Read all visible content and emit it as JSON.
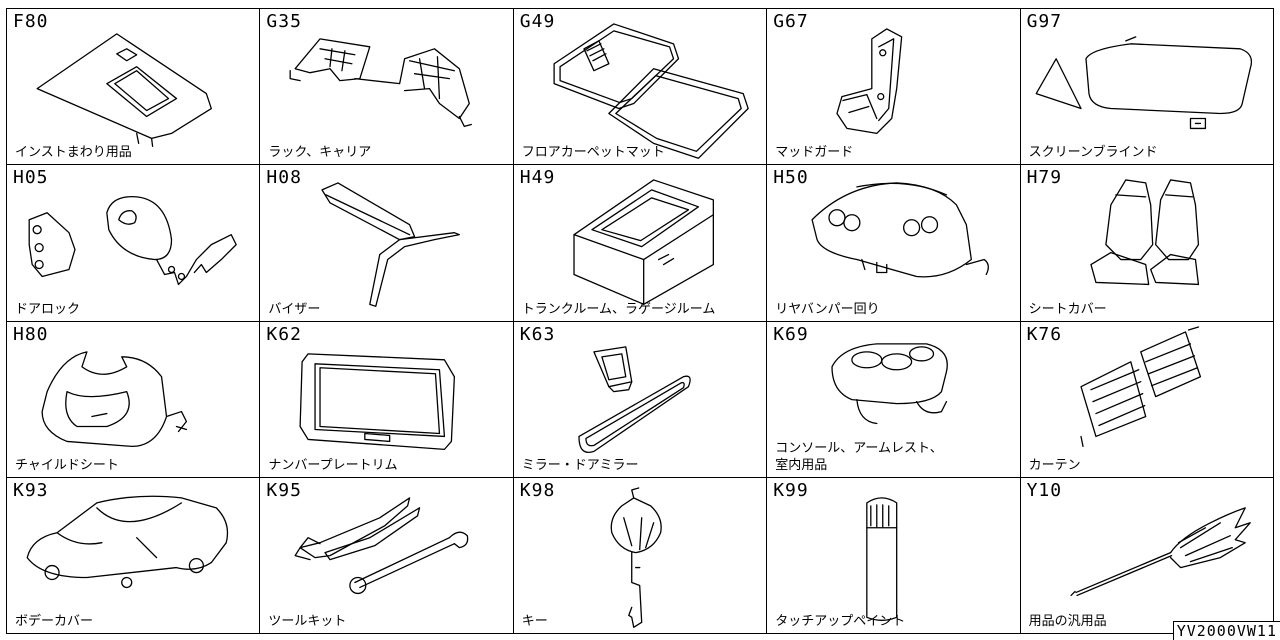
{
  "parts": [
    {
      "code": "F80",
      "label": "インストまわり用品",
      "icon": "instrument-panel-icon"
    },
    {
      "code": "G35",
      "label": "ラック、キャリア",
      "icon": "roof-rack-icon"
    },
    {
      "code": "G49",
      "label": "フロアカーペットマット",
      "icon": "floor-mat-icon"
    },
    {
      "code": "G67",
      "label": "マッドガード",
      "icon": "mud-guard-icon"
    },
    {
      "code": "G97",
      "label": "スクリーンブラインド",
      "icon": "screen-blind-icon"
    },
    {
      "code": "H05",
      "label": "ドアロック",
      "icon": "door-lock-icon"
    },
    {
      "code": "H08",
      "label": "バイザー",
      "icon": "visor-icon"
    },
    {
      "code": "H49",
      "label": "トランクルーム、ラゲージルーム",
      "icon": "trunk-box-icon"
    },
    {
      "code": "H50",
      "label": "リヤバンパー回り",
      "icon": "rear-bumper-icon"
    },
    {
      "code": "H79",
      "label": "シートカバー",
      "icon": "seat-cover-icon"
    },
    {
      "code": "H80",
      "label": "チャイルドシート",
      "icon": "child-seat-icon"
    },
    {
      "code": "K62",
      "label": "ナンバープレートリム",
      "icon": "plate-rim-icon"
    },
    {
      "code": "K63",
      "label": "ミラー・ドアミラー",
      "icon": "mirror-icon"
    },
    {
      "code": "K69",
      "label": "コンソール、アームレスト、\n室内用品",
      "icon": "console-icon"
    },
    {
      "code": "K76",
      "label": "カーテン",
      "icon": "curtain-icon"
    },
    {
      "code": "K93",
      "label": "ボデーカバー",
      "icon": "body-cover-icon"
    },
    {
      "code": "K95",
      "label": "ツールキット",
      "icon": "tool-kit-icon"
    },
    {
      "code": "K98",
      "label": "キー",
      "icon": "key-icon"
    },
    {
      "code": "K99",
      "label": "タッチアップペイント",
      "icon": "touch-up-paint-icon"
    },
    {
      "code": "Y10",
      "label": "用品の汎用品",
      "icon": "duster-icon"
    }
  ],
  "stamp": "YV2000VW11"
}
